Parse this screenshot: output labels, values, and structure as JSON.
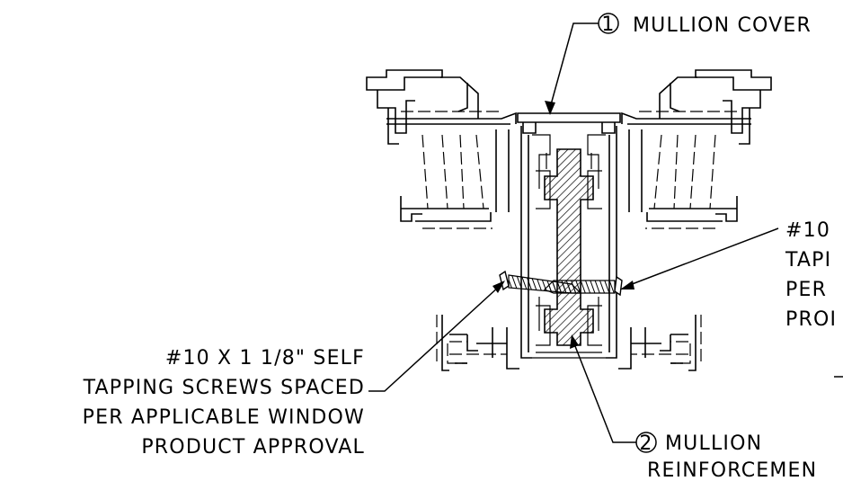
{
  "callouts": {
    "mullion_cover": {
      "number": "1",
      "label": "MULLION COVER"
    },
    "mullion_reinforcement": {
      "number": "2",
      "line1": "MULLION",
      "line2": "REINFORCEMEN"
    },
    "screw_note_left": {
      "line1": "#10 X 1 1/8\" SELF",
      "line2": "TAPPING SCREWS SPACED",
      "line3": "PER APPLICABLE WINDOW",
      "line4": "PRODUCT APPROVAL"
    },
    "screw_note_right": {
      "line1": "#10",
      "line2": "TAPI",
      "line3": "PER",
      "line4": "PROI"
    }
  }
}
